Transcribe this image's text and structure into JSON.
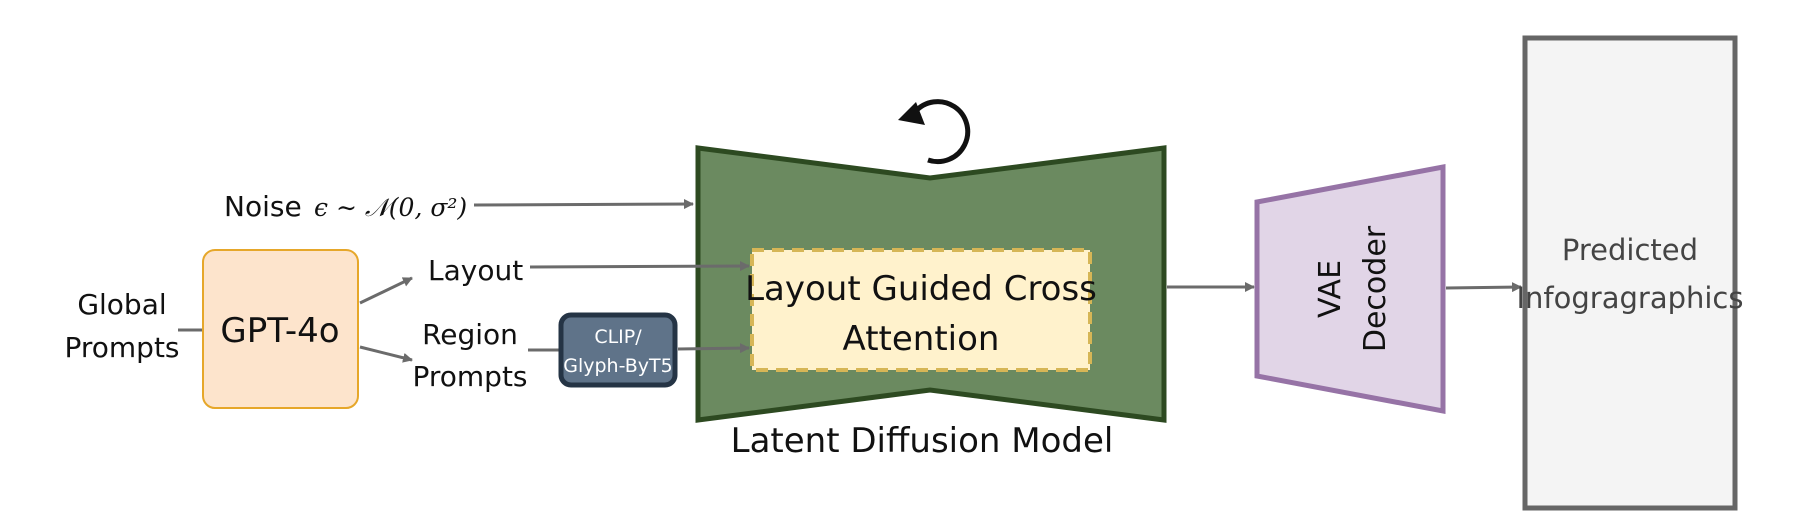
{
  "inputs": {
    "global_prompts": [
      "Global",
      "Prompts"
    ],
    "noise_label": "Noise",
    "noise_formula": "ϵ ∼ 𝒩(0, σ²)",
    "layout_label": "Layout",
    "region_prompts": [
      "Region",
      "Prompts"
    ]
  },
  "gpt_box": {
    "label": "GPT-4o"
  },
  "text_encoder": {
    "lines": [
      "CLIP/",
      "Glyph-ByT5"
    ]
  },
  "diffusion_model": {
    "caption": "Latent Diffusion Model",
    "cross_attention_lines": [
      "Layout Guided Cross",
      "Attention"
    ]
  },
  "vae_decoder": {
    "lines": [
      "VAE",
      "Decoder"
    ]
  },
  "output": {
    "lines": [
      "Predicted",
      "Infogragraphics"
    ]
  },
  "colors": {
    "gpt_fill": "#fde4cc",
    "gpt_stroke": "#e6a72a",
    "encoder_fill": "#5f7389",
    "encoder_stroke": "#253445",
    "ldm_fill": "#6b8a60",
    "ldm_stroke": "#2d4a21",
    "attention_fill": "#fff2cc",
    "attention_stroke": "#d6b656",
    "vae_fill": "#e1d5e7",
    "vae_stroke": "#9673a6",
    "output_fill": "#f4f4f4",
    "output_stroke": "#666666",
    "arrow": "#6b6b6b"
  },
  "icons": {
    "loop": "counterclockwise-arrow-icon"
  }
}
